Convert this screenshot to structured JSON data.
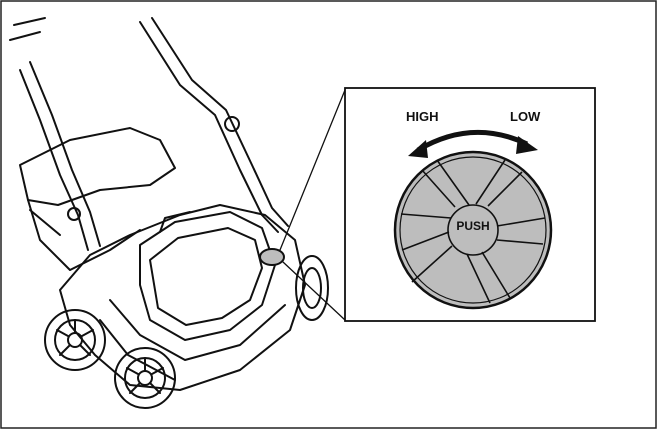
{
  "figure": {
    "labels": {
      "high": "HIGH",
      "low": "LOW",
      "push": "PUSH"
    },
    "colors": {
      "line": "#111111",
      "knob_fill": "#bdbdbd",
      "background": "#ffffff"
    }
  }
}
